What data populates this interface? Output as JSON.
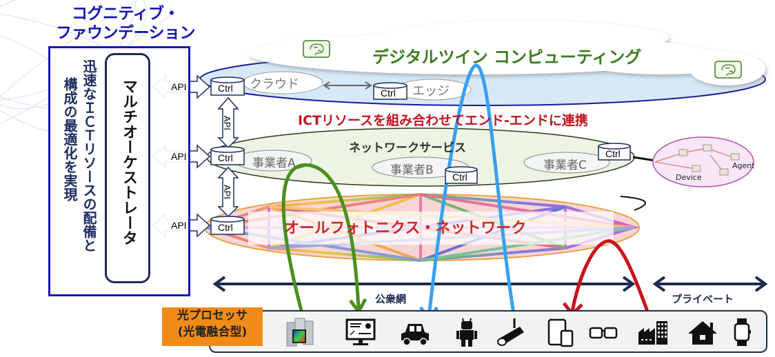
{
  "title": {
    "line1": "コグニティブ・",
    "line2": "ファウンデーション"
  },
  "left_panel": {
    "description_line1": "迅速なＩＣＴリソースの配備と",
    "description_line2": "構成の最適化を実現",
    "orchestrator": "マルチオーケストレータ"
  },
  "api_label": "API",
  "ctrl_label": "Ctrl",
  "digital_twin": {
    "title": "デジタルツイン コンピューティング",
    "cloud": "クラウド",
    "edge": "エッジ"
  },
  "ict_banner": "ICTリソースを組み合わせてエンド-エンドに連携",
  "network_service": {
    "title": "ネットワークサービス",
    "operators": [
      "事業者A",
      "事業者B",
      "事業者C"
    ]
  },
  "agent_bubble": {
    "device": "Device",
    "agent": "Agent"
  },
  "apn": {
    "title": "オールフォトニクス・ネットワーク"
  },
  "networks": {
    "public": "公衆網",
    "private": "プライベート"
  },
  "optical_processor": {
    "line1": "光プロセッサ",
    "line2": "(光電融合型)"
  },
  "devices": [
    "server-chip",
    "monitor-dashboard",
    "car",
    "robot",
    "security-camera",
    "tablet-phone",
    "smart-glasses",
    "factory",
    "house",
    "smartwatch"
  ],
  "colors": {
    "title_blue": "#1414b4",
    "dtc_green": "#3a7d1e",
    "banner_red": "#c0121c",
    "green_arrow": "#4a8f1d",
    "blue_arrow": "#3aa0ee",
    "red_arrow": "#c8141a",
    "callout_orange": "#f08b18"
  }
}
